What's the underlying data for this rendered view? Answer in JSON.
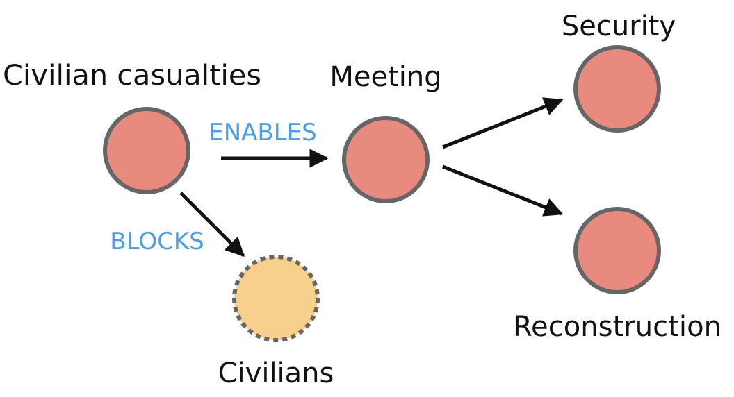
{
  "colors": {
    "node_fill": "#e98a7f",
    "node_stroke": "#666666",
    "hidden_node_fill": "#f6d08c",
    "edge_stroke": "#111111",
    "edge_label": "#4a9de8",
    "text": "#111111"
  },
  "nodes": [
    {
      "id": "civilian-casualties",
      "label": "Civilian casualties",
      "style": "solid"
    },
    {
      "id": "meeting",
      "label": "Meeting",
      "style": "solid"
    },
    {
      "id": "security",
      "label": "Security",
      "style": "solid"
    },
    {
      "id": "reconstruction",
      "label": "Reconstruction",
      "style": "solid"
    },
    {
      "id": "civilians",
      "label": "Civilians",
      "style": "dashed"
    }
  ],
  "edges": [
    {
      "from": "civilian-casualties",
      "to": "meeting",
      "label": "ENABLES"
    },
    {
      "from": "civilian-casualties",
      "to": "civilians",
      "label": "BLOCKS"
    },
    {
      "from": "meeting",
      "to": "security",
      "label": ""
    },
    {
      "from": "meeting",
      "to": "reconstruction",
      "label": ""
    }
  ]
}
